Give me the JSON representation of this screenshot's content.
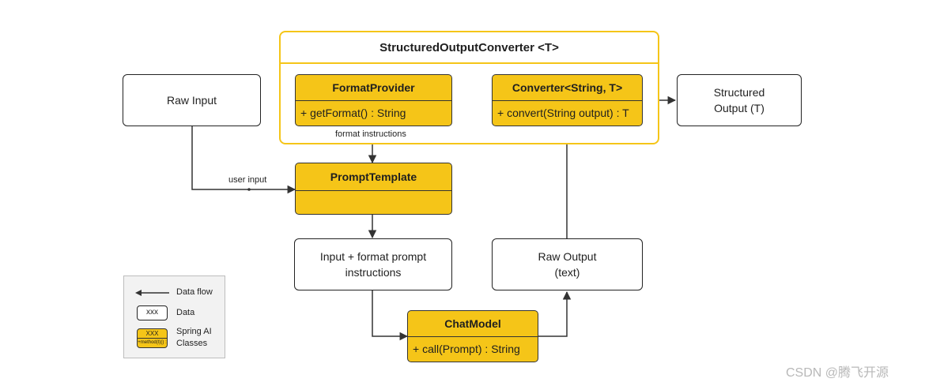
{
  "outer": {
    "title": "StructuredOutputConverter <T>"
  },
  "raw_input": {
    "label": "Raw Input"
  },
  "structured_output": {
    "line1": "Structured",
    "line2": "Output (T)"
  },
  "format_provider": {
    "name": "FormatProvider",
    "method": "+ getFormat() : String"
  },
  "converter": {
    "name": "Converter<String, T>",
    "method": "+ convert(String output) : T"
  },
  "prompt_template": {
    "name": "PromptTemplate"
  },
  "input_box": {
    "line1": "Input + format prompt",
    "line2": "instructions"
  },
  "raw_output": {
    "line1": "Raw Output",
    "line2": "(text)"
  },
  "chat_model": {
    "name": "ChatModel",
    "method": "+ call(Prompt) : String"
  },
  "labels": {
    "format_instructions": "format instructions",
    "user_input": "user input"
  },
  "legend": {
    "data_flow": "Data flow",
    "data": "Data",
    "data_sample": "xxx",
    "spring_line1": "Spring AI",
    "spring_line2": "Classes",
    "class_sample": "XXX",
    "class_sample_method": "+method(t)() :"
  },
  "colors": {
    "accent": "#f5c518",
    "stroke": "#222222"
  },
  "watermark": "CSDN @腾飞开源"
}
